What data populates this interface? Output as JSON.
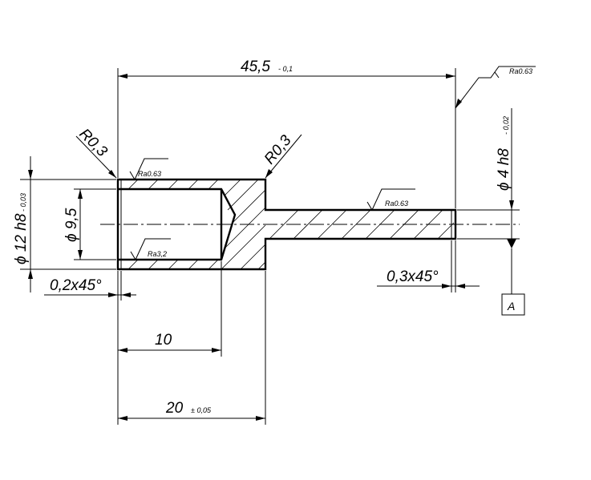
{
  "dimensions": {
    "overall_length": {
      "value": "45,5",
      "tolerance": "- 0,1"
    },
    "outer_diameter": {
      "value": "ϕ 12 h8",
      "tolerance": "- 0,03"
    },
    "bore_diameter": {
      "value": "ϕ 9,5"
    },
    "pin_diameter": {
      "value": "ϕ 4 h8",
      "tolerance": "- 0,02"
    },
    "radius_left": {
      "value": "R0,3"
    },
    "radius_right": {
      "value": "R0,3"
    },
    "chamfer_left": {
      "value": "0,2x45°"
    },
    "chamfer_right": {
      "value": "0,3x45°"
    },
    "bore_depth": {
      "value": "10"
    },
    "head_length": {
      "value": "20",
      "tolerance": "± 0,05"
    }
  },
  "roughness": {
    "general": "Ra0.63",
    "outer_surface": "Ra0.63",
    "bore_surface": "Ra3,2",
    "pin_surface": "Ra0.63"
  },
  "datum": {
    "label": "A"
  }
}
